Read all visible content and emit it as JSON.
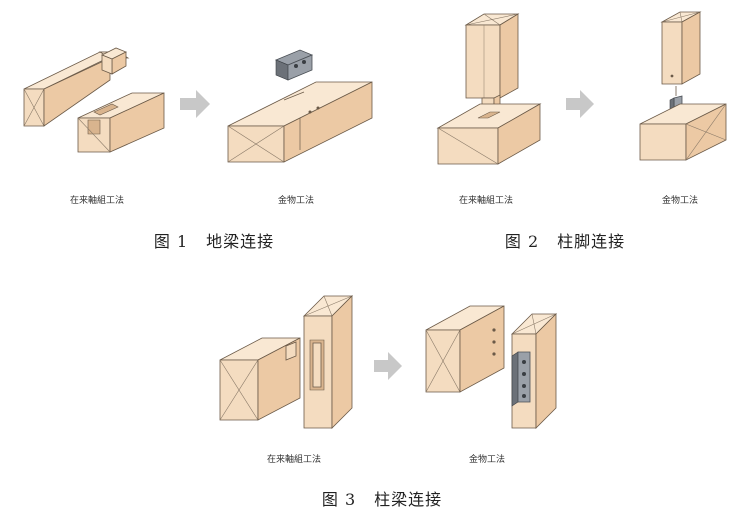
{
  "figures": [
    {
      "id": "fig1",
      "figure_number": "图 1",
      "title": "地梁连接",
      "left_label": "在来軸組工法",
      "right_label": "金物工法"
    },
    {
      "id": "fig2",
      "figure_number": "图 2",
      "title": "柱脚连接",
      "left_label": "在来軸組工法",
      "right_label": "金物工法"
    },
    {
      "id": "fig3",
      "figure_number": "图 3",
      "title": "柱梁连接",
      "left_label": "在来軸組工法",
      "right_label": "金物工法"
    }
  ],
  "colors": {
    "wood_front": "#f4dcc0",
    "wood_top": "#f9e8d3",
    "wood_side": "#ecc9a4",
    "outline": "#6b5a48",
    "metal": "#8c929a",
    "arrow": "#c8c8c8"
  }
}
